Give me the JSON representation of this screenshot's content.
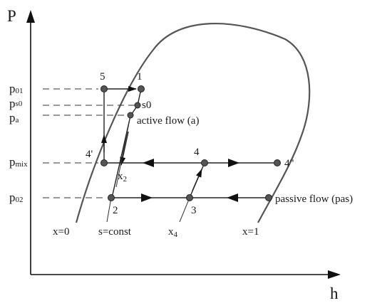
{
  "axes": {
    "y_label": "P",
    "x_label": "h"
  },
  "pressure_labels": [
    {
      "main": "p",
      "sub": "01"
    },
    {
      "main": "p",
      "sub": "s0"
    },
    {
      "main": "p",
      "sub": "a"
    },
    {
      "main": "p",
      "sub": "mix"
    },
    {
      "main": "p",
      "sub": "02"
    }
  ],
  "points": {
    "p5": "5",
    "p1": "1",
    "s0": "s0",
    "p4prime": "4'",
    "p4": "4",
    "p4dprime": "4\"",
    "p2": "2",
    "p3": "3"
  },
  "annotations": {
    "active_flow": "active flow (a)",
    "passive_flow": "passive flow (pas)",
    "x0": "x=0",
    "s_const": "s=const",
    "x1": "x=1",
    "x2": {
      "main": "x",
      "sub": "2"
    },
    "x4": {
      "main": "x",
      "sub": "4"
    }
  }
}
